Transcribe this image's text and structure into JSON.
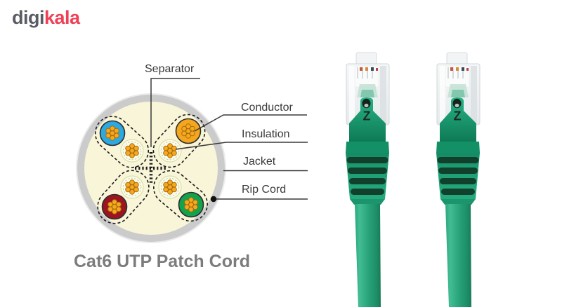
{
  "brand": {
    "logo_digi": "digi",
    "logo_kala": "kala",
    "digi_color": "#595d63",
    "kala_color": "#ef4056"
  },
  "diagram": {
    "title": "Cat6 UTP Patch Cord",
    "callouts": {
      "separator": "Separator",
      "conductor": "Conductor",
      "insulation": "Insulation",
      "jacket": "Jacket",
      "rip_cord": "Rip Cord"
    },
    "wire_pair_colors": {
      "blue": "#2ba9e0",
      "orange": "#f4a61e",
      "red": "#9c1420",
      "green": "#14a24c"
    },
    "strand_color": "#f7a91e",
    "sheath_fill": "#f9f5d8",
    "jacket_ring_color": "#cbcbcb"
  },
  "product": {
    "boot_marking": "Z",
    "cable_color": "#1fa578"
  }
}
